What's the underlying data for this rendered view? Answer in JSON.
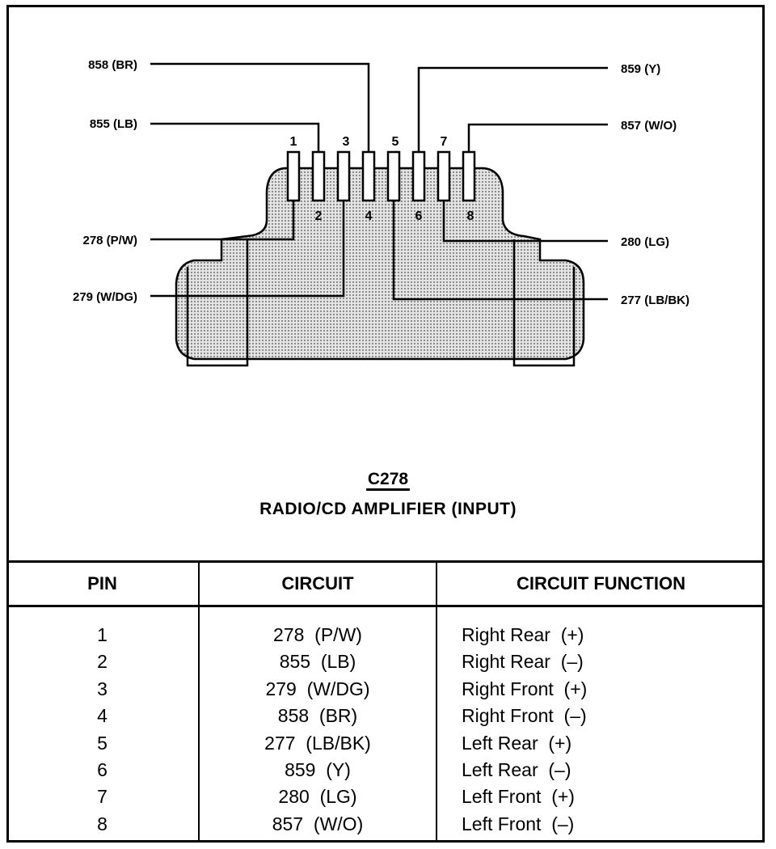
{
  "connector": {
    "id": "C278",
    "name": "RADIO/CD AMPLIFIER (INPUT)",
    "top_pin_numbers": [
      "1",
      "3",
      "5",
      "7"
    ],
    "bottom_pin_numbers": [
      "2",
      "4",
      "6",
      "8"
    ],
    "wire_labels": {
      "p858": "858 (BR)",
      "p855": "855 (LB)",
      "p859": "859 (Y)",
      "p857": "857 (W/O)",
      "p278": "278 (P/W)",
      "p279": "279 (W/DG)",
      "p280": "280 (LG)",
      "p277": "277 (LB/BK)"
    }
  },
  "table": {
    "headers": {
      "pin": "PIN",
      "circuit": "CIRCUIT",
      "function": "CIRCUIT FUNCTION"
    },
    "rows": [
      {
        "pin": "1",
        "circuit": "278  (P/W)",
        "function": "Right Rear  (+)"
      },
      {
        "pin": "2",
        "circuit": "855  (LB)",
        "function": "Right Rear  (–)"
      },
      {
        "pin": "3",
        "circuit": "279  (W/DG)",
        "function": "Right Front  (+)"
      },
      {
        "pin": "4",
        "circuit": "858  (BR)",
        "function": "Right Front  (–)"
      },
      {
        "pin": "5",
        "circuit": "277  (LB/BK)",
        "function": "Left Rear  (+)"
      },
      {
        "pin": "6",
        "circuit": "859  (Y)",
        "function": "Left Rear  (–)"
      },
      {
        "pin": "7",
        "circuit": "280  (LG)",
        "function": "Left Front  (+)"
      },
      {
        "pin": "8",
        "circuit": "857  (W/O)",
        "function": "Left Front  (–)"
      }
    ]
  }
}
